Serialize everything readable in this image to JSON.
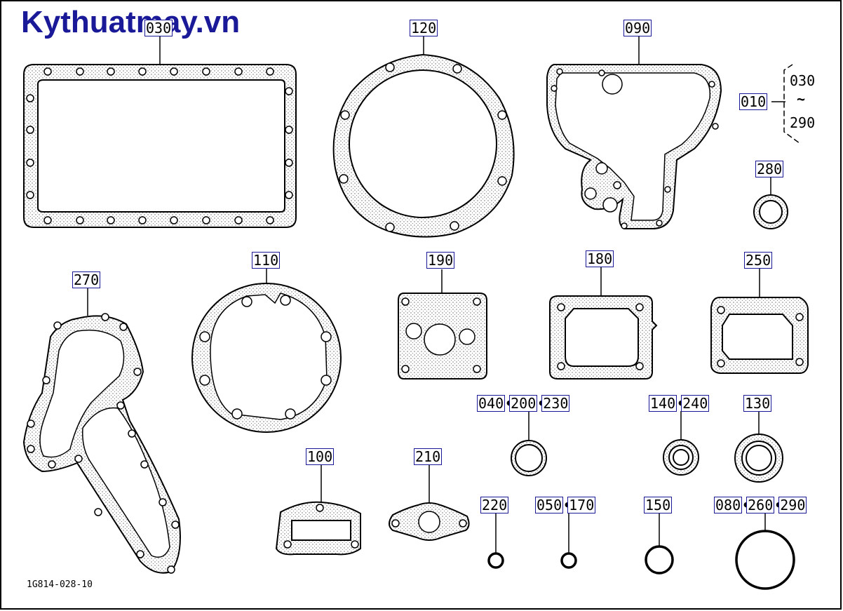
{
  "watermark": "Kythuatmay.vn",
  "drawing_number": "1G814-028-10",
  "callouts": {
    "c030": [
      "030"
    ],
    "c120": [
      "120"
    ],
    "c090": [
      "090"
    ],
    "c010": [
      "010"
    ],
    "c280": [
      "280"
    ],
    "c270": [
      "270"
    ],
    "c110": [
      "110"
    ],
    "c190": [
      "190"
    ],
    "c180": [
      "180"
    ],
    "c250": [
      "250"
    ],
    "c040": [
      "040",
      "200",
      "230"
    ],
    "c140": [
      "140",
      "240"
    ],
    "c130": [
      "130"
    ],
    "c100": [
      "100"
    ],
    "c210": [
      "210"
    ],
    "c220": [
      "220"
    ],
    "c050": [
      "050",
      "170"
    ],
    "c150": [
      "150"
    ],
    "c080": [
      "080",
      "260",
      "290"
    ]
  },
  "range": {
    "from": "030",
    "tilde": "~",
    "to": "290"
  }
}
